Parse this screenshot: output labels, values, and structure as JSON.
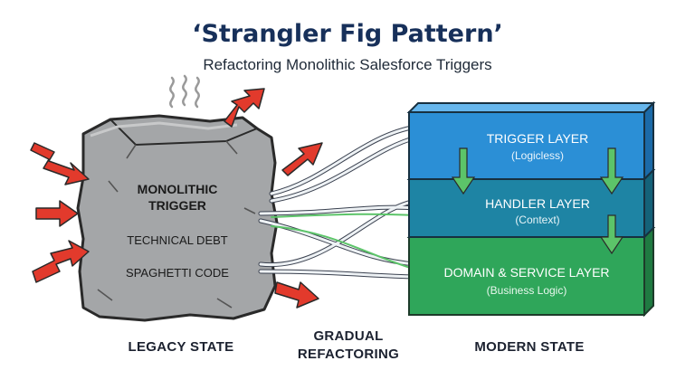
{
  "header": {
    "title": "‘Strangler Fig Pattern’",
    "subtitle": "Refactoring Monolithic Salesforce Triggers"
  },
  "legacy": {
    "title_line1": "MONOLITHIC",
    "title_line2": "TRIGGER",
    "item1": "TECHNICAL DEBT",
    "item2": "SPAGHETTI CODE",
    "stone_color": "#a4a6a8"
  },
  "layers": [
    {
      "name": "TRIGGER LAYER",
      "sub": "(Logicless)",
      "color": "#2b8fd6"
    },
    {
      "name": "HANDLER LAYER",
      "sub": "(Context)",
      "color": "#1e84a4"
    },
    {
      "name": "DOMAIN & SERVICE LAYER",
      "sub": "(Business Logic)",
      "color": "#2fa65a"
    }
  ],
  "footer": {
    "legacy_state": "LEGACY STATE",
    "gradual_line1": "GRADUAL",
    "gradual_line2": "REFACTORING",
    "modern_state": "MODERN STATE"
  },
  "colors": {
    "arrow_red": "#e23a2c",
    "arrow_green": "#5cc469",
    "title": "#17305a"
  }
}
